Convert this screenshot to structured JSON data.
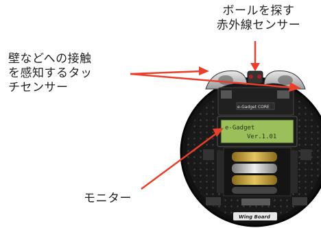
{
  "labels": {
    "ball_sensor": {
      "line1": "ボールを探す",
      "line2": "赤外線センサー"
    },
    "touch_sensor": {
      "line1": "壁などへの接触",
      "line2": "を感知するタッ",
      "line3": "チセンサー"
    },
    "monitor": {
      "text": "モニター"
    }
  },
  "robot": {
    "board_label": "e-Gadget CORE",
    "lcd_line1": "e-Gadget",
    "lcd_line2": "Ver.1.01",
    "wing_board_label": "Wing Board"
  },
  "colors": {
    "arrow": "#e8402a",
    "chassis": "#1c1c1c",
    "lcd": "#9bbf5a",
    "battery_gold": "#c9a43a",
    "battery_silver": "#d9d9d9",
    "text": "#222222"
  }
}
